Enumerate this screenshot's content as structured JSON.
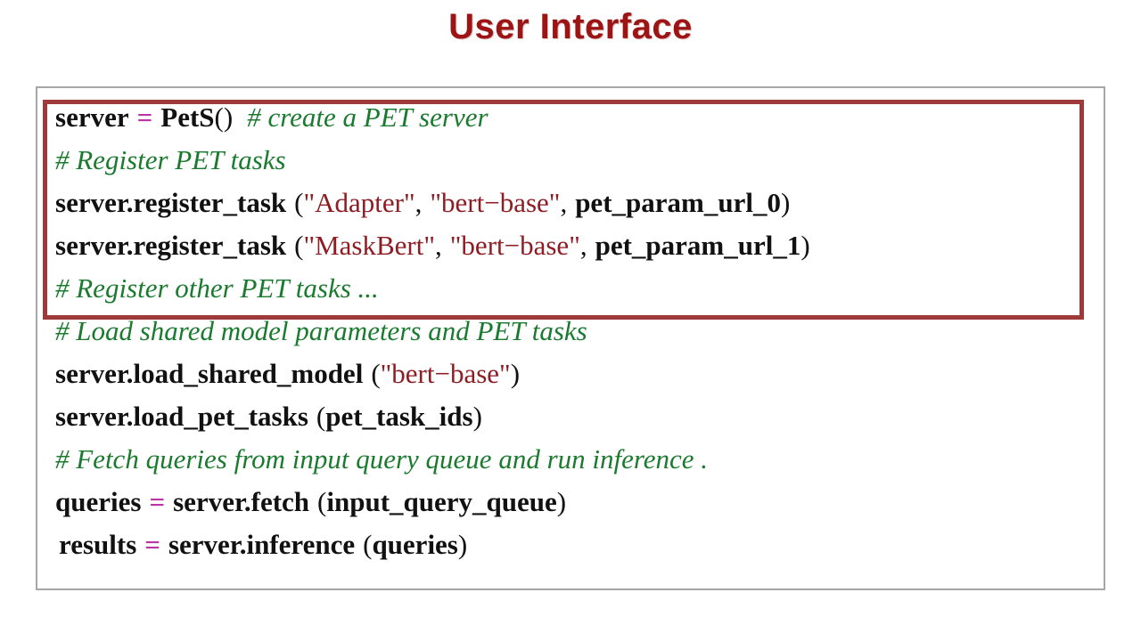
{
  "slide": {
    "title": "User Interface",
    "title_color": "#9c1414"
  },
  "colors": {
    "comment_green": "#1a7a2e",
    "string_red": "#8d1d23",
    "operator_magenta": "#bd35a4",
    "highlight_border_red": "#9e3a3a",
    "frame_gray": "#a6a6a6",
    "code_black": "#111111"
  },
  "code": {
    "lines": [
      {
        "id": "line-1-create-server",
        "highlighted": true,
        "tokens": [
          {
            "t": "server",
            "k": "ident"
          },
          {
            "t": "=",
            "k": "op"
          },
          {
            "t": "PetS",
            "k": "ident"
          },
          {
            "t": "()",
            "k": "punct"
          },
          {
            "t": "# create  a  PET server",
            "k": "comment"
          }
        ]
      },
      {
        "id": "line-2-comment-register-pet-tasks",
        "highlighted": true,
        "tokens": [
          {
            "t": "#  Register  PET tasks",
            "k": "comment"
          }
        ]
      },
      {
        "id": "line-3-register-task-adapter",
        "highlighted": true,
        "tokens": [
          {
            "t": "server",
            "k": "ident"
          },
          {
            "t": ".",
            "k": "punct-b"
          },
          {
            "t": "register_task",
            "k": "ident"
          },
          {
            "t": "(",
            "k": "punct"
          },
          {
            "t": "\"Adapter\"",
            "k": "string"
          },
          {
            "t": ",",
            "k": "punct"
          },
          {
            "t": "\"bert−base\"",
            "k": "string"
          },
          {
            "t": ",",
            "k": "punct"
          },
          {
            "t": "pet_param_url_0",
            "k": "ident"
          },
          {
            "t": ")",
            "k": "punct"
          }
        ]
      },
      {
        "id": "line-4-register-task-maskbert",
        "highlighted": true,
        "tokens": [
          {
            "t": "server",
            "k": "ident"
          },
          {
            "t": ".",
            "k": "punct-b"
          },
          {
            "t": "register_task",
            "k": "ident"
          },
          {
            "t": "(",
            "k": "punct"
          },
          {
            "t": "\"MaskBert\"",
            "k": "string"
          },
          {
            "t": ",",
            "k": "punct"
          },
          {
            "t": "\"bert−base\"",
            "k": "string"
          },
          {
            "t": ",",
            "k": "punct"
          },
          {
            "t": "pet_param_url_1",
            "k": "ident"
          },
          {
            "t": ")",
            "k": "punct"
          }
        ]
      },
      {
        "id": "line-5-comment-register-other",
        "highlighted": true,
        "tokens": [
          {
            "t": "#  Register   other   PET tasks   ...",
            "k": "comment"
          }
        ]
      },
      {
        "id": "line-6-comment-load-shared",
        "highlighted": false,
        "tokens": [
          {
            "t": "# Load shared  model parameters  and PET tasks",
            "k": "comment"
          }
        ]
      },
      {
        "id": "line-7-load-shared-model",
        "highlighted": false,
        "tokens": [
          {
            "t": "server",
            "k": "ident"
          },
          {
            "t": ".",
            "k": "punct-b"
          },
          {
            "t": "load_shared_model",
            "k": "ident"
          },
          {
            "t": "(",
            "k": "punct"
          },
          {
            "t": "\"bert−base\"",
            "k": "string"
          },
          {
            "t": ")",
            "k": "punct"
          }
        ]
      },
      {
        "id": "line-8-load-pet-tasks",
        "highlighted": false,
        "tokens": [
          {
            "t": "server",
            "k": "ident"
          },
          {
            "t": ".",
            "k": "punct-b"
          },
          {
            "t": "load_pet_tasks",
            "k": "ident"
          },
          {
            "t": "(",
            "k": "punct"
          },
          {
            "t": "pet_task_ids",
            "k": "ident"
          },
          {
            "t": ")",
            "k": "punct"
          }
        ]
      },
      {
        "id": "line-9-comment-fetch-queries",
        "highlighted": false,
        "tokens": [
          {
            "t": "# Fetch  queries  from input  query  queue and run  inference .",
            "k": "comment"
          }
        ]
      },
      {
        "id": "line-10-fetch",
        "highlighted": false,
        "tokens": [
          {
            "t": "queries",
            "k": "ident"
          },
          {
            "t": "=",
            "k": "op"
          },
          {
            "t": "server",
            "k": "ident"
          },
          {
            "t": ".",
            "k": "punct-b"
          },
          {
            "t": "fetch",
            "k": "ident"
          },
          {
            "t": "(",
            "k": "punct"
          },
          {
            "t": "input_query_queue",
            "k": "ident"
          },
          {
            "t": ")",
            "k": "punct"
          }
        ]
      },
      {
        "id": "line-11-inference",
        "highlighted": false,
        "tokens": [
          {
            "t": "results",
            "k": "ident"
          },
          {
            "t": "=",
            "k": "op"
          },
          {
            "t": "server",
            "k": "ident"
          },
          {
            "t": ".",
            "k": "punct-b"
          },
          {
            "t": "inference",
            "k": "ident"
          },
          {
            "t": "(",
            "k": "punct"
          },
          {
            "t": "queries",
            "k": "ident"
          },
          {
            "t": ")",
            "k": "punct"
          }
        ]
      }
    ]
  }
}
